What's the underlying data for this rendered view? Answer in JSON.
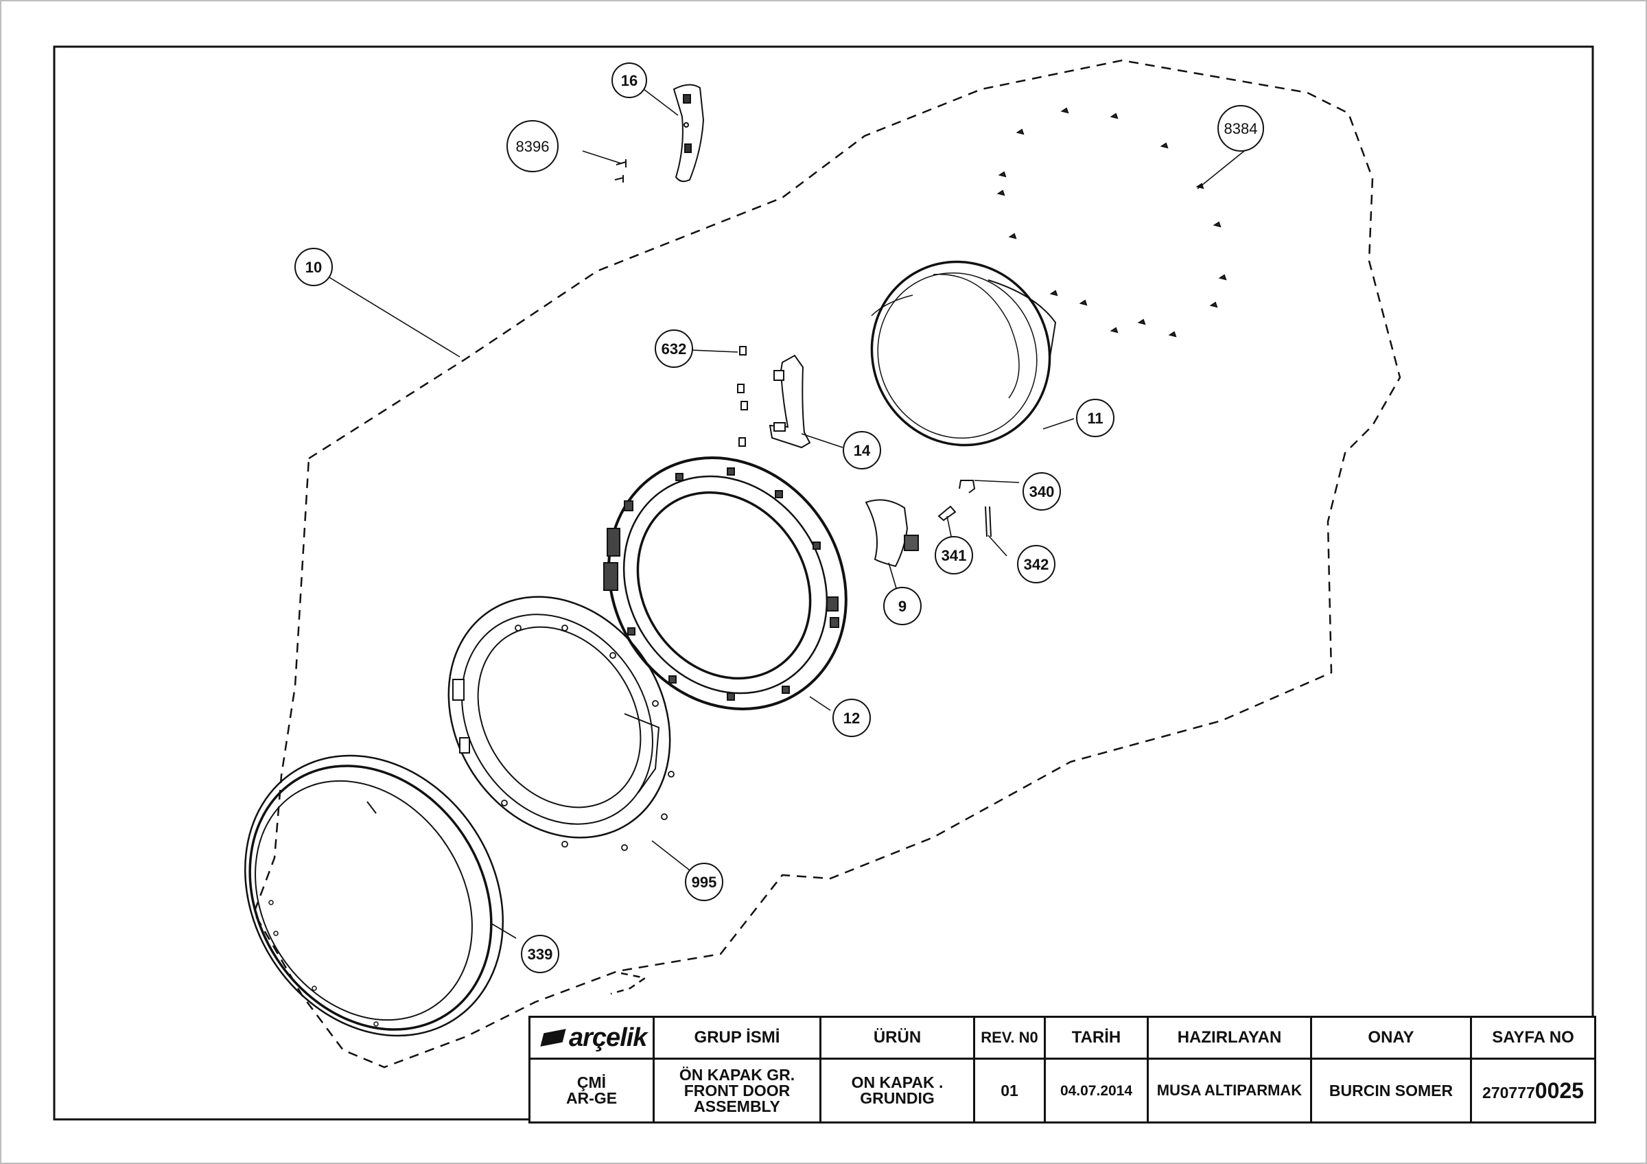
{
  "callouts": {
    "c16": "16",
    "c8396": "8396",
    "c8384": "8384",
    "c10": "10",
    "c632": "632",
    "c14": "14",
    "c11": "11",
    "c340": "340",
    "c341": "341",
    "c342": "342",
    "c9": "9",
    "c12": "12",
    "c995": "995",
    "c339": "339"
  },
  "title_block": {
    "logo_text": "arçelik",
    "headers": {
      "group_name": "GRUP İSMİ",
      "product": "ÜRÜN",
      "rev": "REV. N0",
      "date": "TARİH",
      "prepared_by": "HAZIRLAYAN",
      "approval": "ONAY",
      "page_no": "SAYFA NO"
    },
    "values": {
      "dept_line1": "ÇMİ",
      "dept_line2": "AR-GE",
      "group_line1": "ÖN KAPAK GR.",
      "group_line2": "FRONT DOOR",
      "group_line3": "ASSEMBLY",
      "product_line1": "ON KAPAK .",
      "product_line2": "GRUNDIG",
      "rev": "01",
      "date": "04.07.2014",
      "prepared_by": "MUSA ALTIPARMAK",
      "approval": "BURCIN SOMER",
      "page_prefix": "270777",
      "page_suffix": "0025"
    }
  }
}
